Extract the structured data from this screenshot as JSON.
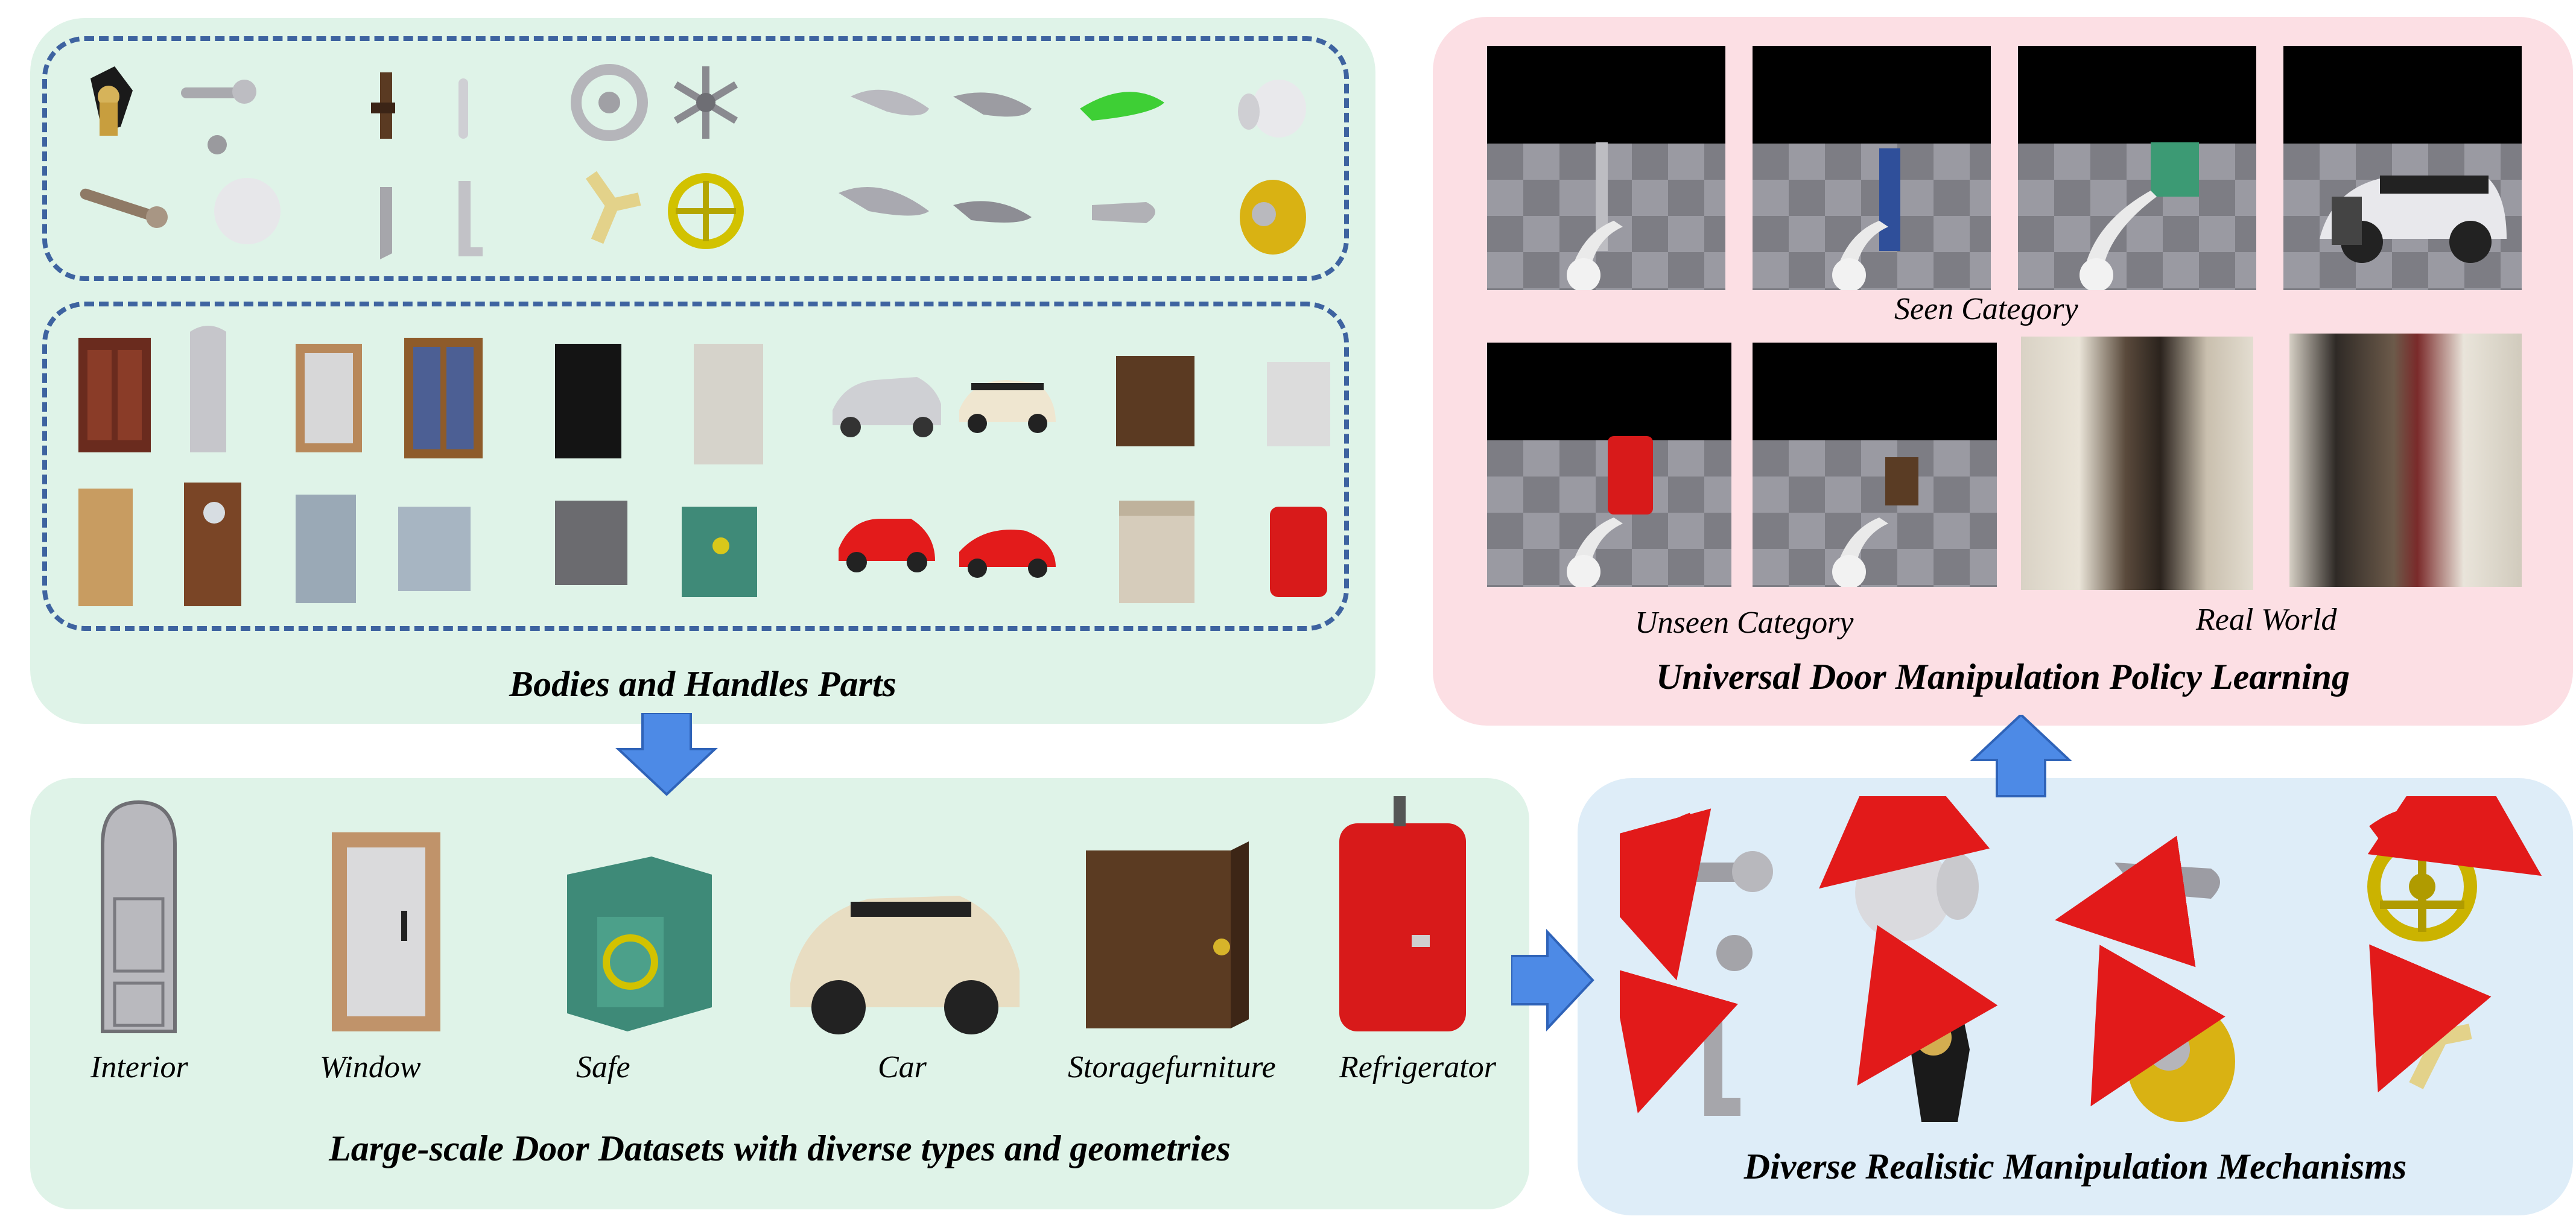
{
  "top_left": {
    "title": "Bodies and Handles Parts",
    "handle_parts": [
      "lever-handle",
      "round-knob",
      "hook-handle",
      "wheel-handle",
      "car-handle",
      "knob"
    ],
    "body_parts": [
      "door-body",
      "window-body",
      "safe-body",
      "car-body",
      "cabinet-body",
      "refrigerator-body"
    ]
  },
  "top_right": {
    "title": "Universal Door Manipulation Policy Learning",
    "seen_caption": "Seen Category",
    "unseen_caption": "Unseen Category",
    "real_caption": "Real World"
  },
  "bottom_left": {
    "title": "Large-scale Door Datasets with diverse types and geometries",
    "categories": [
      "Interior",
      "Window",
      "Safe",
      "Car",
      "Storagefurniture",
      "Refrigerator"
    ]
  },
  "bottom_right": {
    "title": "Diverse Realistic Manipulation Mechanisms"
  },
  "colors": {
    "green_panel": "#dff3e8",
    "pink_panel": "#fcdfe4",
    "blue_panel": "#deedf8",
    "dash_border": "#3e63a0",
    "arrow": "#4d8ae6",
    "rotation_arrow": "#e21a1a"
  }
}
